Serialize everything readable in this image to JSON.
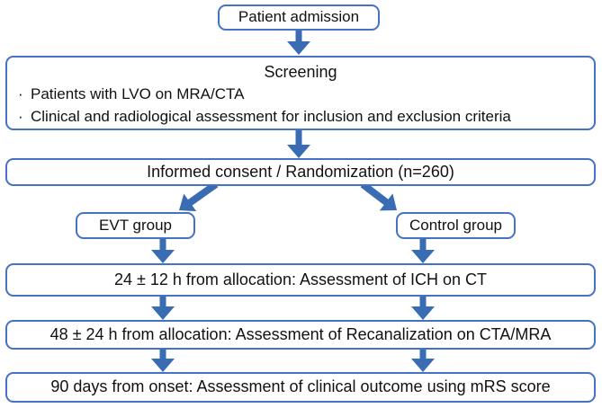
{
  "diagram": {
    "type": "flowchart",
    "nodes": {
      "patient_admission": {
        "label": "Patient admission"
      },
      "screening": {
        "title": "Screening",
        "bullet_char": "·",
        "bullets": [
          "Patients with LVO on MRA/CTA",
          "Clinical and radiological assessment for inclusion and exclusion criteria"
        ]
      },
      "informed_consent": {
        "label": "Informed consent / Randomization (n=260)"
      },
      "evt_group": {
        "label": "EVT group"
      },
      "control_group": {
        "label": "Control group"
      },
      "assessment_ich": {
        "label": "24 ± 12 h from allocation: Assessment of ICH on CT"
      },
      "assessment_recanalization": {
        "label": "48 ± 24 h from allocation: Assessment of Recanalization on CTA/MRA"
      },
      "assessment_outcome": {
        "label": "90 days from onset: Assessment of clinical outcome using mRS score"
      }
    },
    "colors": {
      "box_border": "#4472C4",
      "arrow_fill": "#3A6CB4",
      "text": "#111111",
      "background": "#ffffff"
    }
  }
}
